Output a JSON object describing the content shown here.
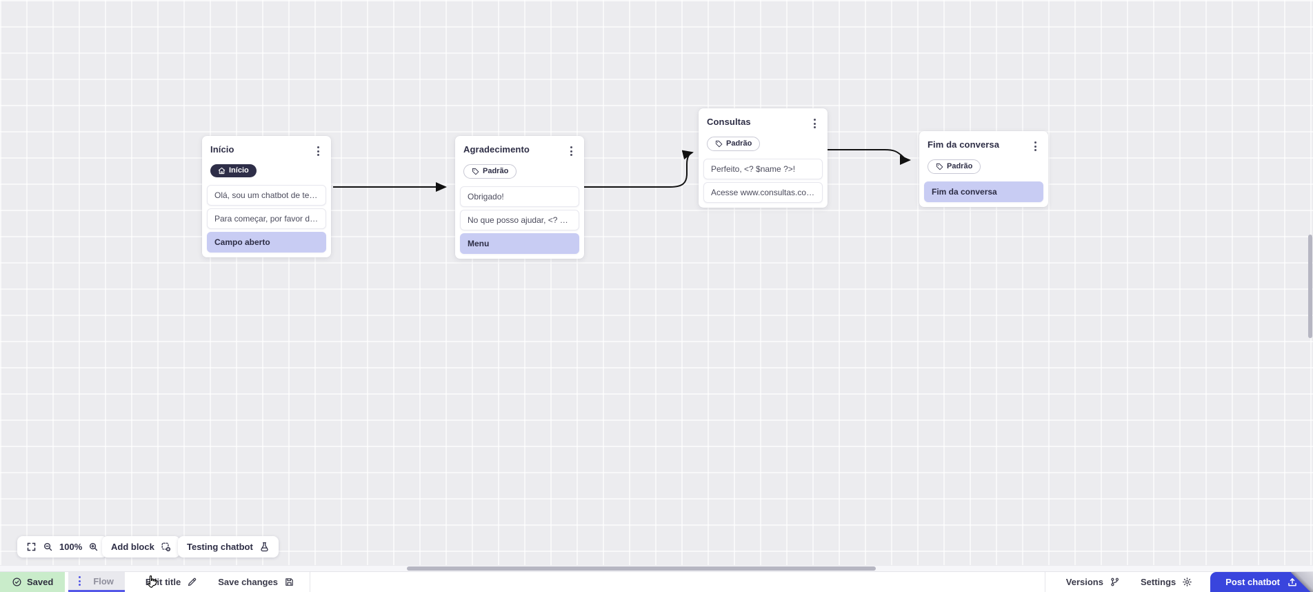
{
  "canvas": {
    "nodes": [
      {
        "title": "Início",
        "badge": {
          "label": "Início",
          "style": "dark",
          "icon": "home-icon"
        },
        "blocks": [
          {
            "text": "Olá, sou um chatbot de teste!",
            "highlight": false
          },
          {
            "text": "Para começar, por favor digite o ...",
            "highlight": false
          },
          {
            "text": "Campo aberto",
            "highlight": true
          }
        ]
      },
      {
        "title": "Agradecimento",
        "badge": {
          "label": "Padrão",
          "style": "outline",
          "icon": "tag-icon"
        },
        "blocks": [
          {
            "text": "Obrigado!",
            "highlight": false
          },
          {
            "text": "No que posso ajudar, <? $name ...",
            "highlight": false
          },
          {
            "text": "Menu",
            "highlight": true
          }
        ]
      },
      {
        "title": "Consultas",
        "badge": {
          "label": "Padrão",
          "style": "outline",
          "icon": "tag-icon"
        },
        "blocks": [
          {
            "text": "Perfeito, <? $name ?>!",
            "highlight": false
          },
          {
            "text": "Acesse www.consultas.com par...",
            "highlight": false
          }
        ]
      },
      {
        "title": "Fim da conversa",
        "badge": {
          "label": "Padrão",
          "style": "outline",
          "icon": "tag-icon"
        },
        "blocks": [
          {
            "text": "Fim da conversa",
            "highlight": true
          }
        ]
      }
    ]
  },
  "toolbar": {
    "zoom_level": "100%",
    "add_block_label": "Add block",
    "testing_label": "Testing chatbot"
  },
  "statusbar": {
    "saved_label": "Saved",
    "flow_tab_label": "Flow",
    "edit_title_label": "Edit title",
    "save_changes_label": "Save changes",
    "versions_label": "Versions",
    "settings_label": "Settings",
    "post_label": "Post chatbot"
  },
  "colors": {
    "canvas_bg": "#ececef",
    "highlight_block": "#c8ccf3",
    "badge_dark": "#2e2e48",
    "saved_green": "#c9ecca",
    "tab_underline": "#5457e8",
    "post_blue": "#3945dd",
    "arrow": "#111111"
  }
}
